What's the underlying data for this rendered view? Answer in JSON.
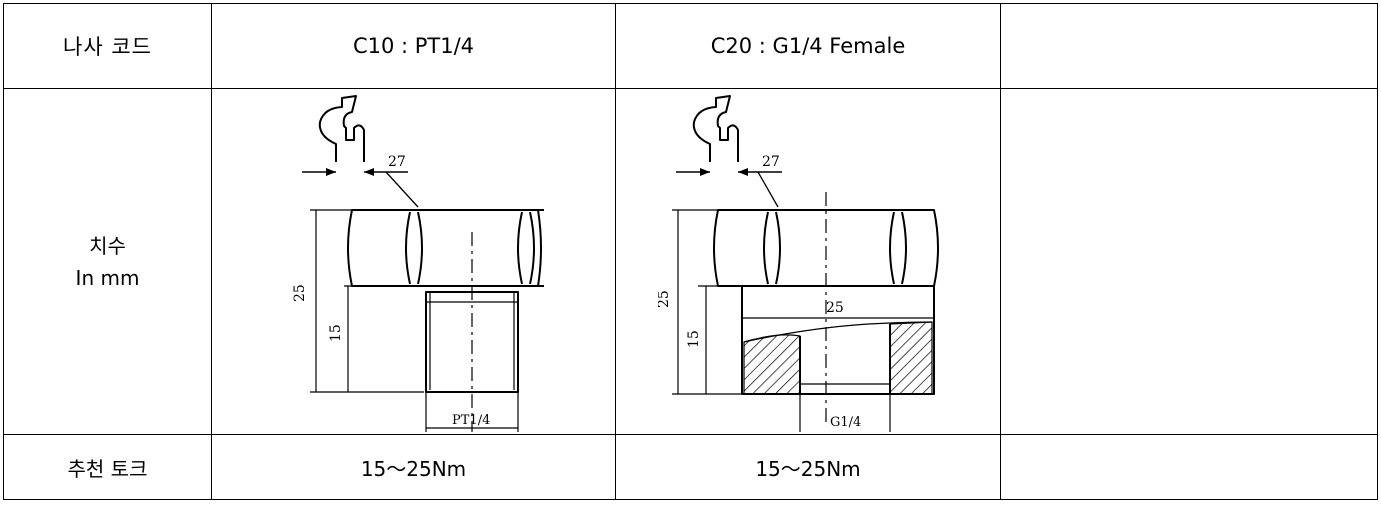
{
  "table": {
    "header": {
      "label": "나사 코드",
      "col1": "C10 : PT1/4",
      "col2": "C20 : G1/4 Female",
      "col3": ""
    },
    "dimension_row": {
      "label_line1": "치수",
      "label_line2": "In mm",
      "col1": {
        "wrench_size": "27",
        "height_total": "25",
        "height_thread": "15",
        "thread_label": "PT1/4"
      },
      "col2": {
        "wrench_size": "27",
        "height_total": "25",
        "height_thread": "15",
        "bore_width": "25",
        "thread_label": "G1/4"
      },
      "col3": ""
    },
    "torque_row": {
      "label": "추천 토크",
      "col1": "15～25Nm",
      "col2": "15～25Nm",
      "col3": ""
    }
  }
}
